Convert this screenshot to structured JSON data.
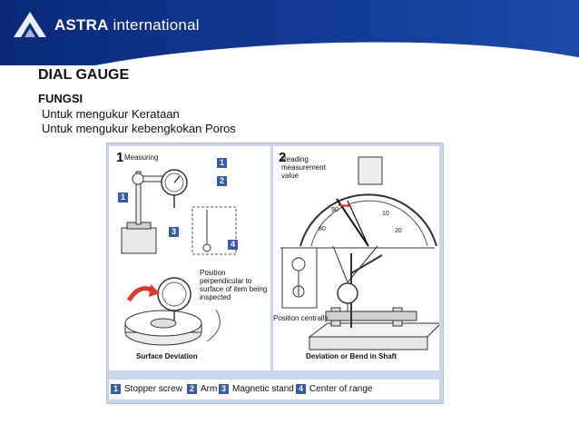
{
  "header": {
    "brand_bold": "ASTRA",
    "brand_rest": "international"
  },
  "slide": {
    "title": "DIAL GAUGE",
    "subtitle": "FUNGSI",
    "lines": [
      "Untuk mengukur Kerataan",
      "Untuk mengukur kebengkokan Poros"
    ]
  },
  "figure": {
    "panel1": {
      "number": "1",
      "measuring": "Measuring",
      "badges": [
        "1",
        "2",
        "1",
        "3",
        "4"
      ],
      "position_note": "Position perpendicular to surface of item being inspected",
      "caption": "Surface Deviation"
    },
    "panel2": {
      "number": "2",
      "reading": "Reading measurement value",
      "dial_numbers": [
        "90",
        "10",
        "80",
        "20"
      ],
      "position_centrally": "Position centrally",
      "caption": "Deviation or Bend in Shaft"
    },
    "legend": [
      {
        "num": "1",
        "label": "Stopper screw"
      },
      {
        "num": "2",
        "label": "Arm"
      },
      {
        "num": "3",
        "label": "Magnetic stand"
      },
      {
        "num": "4",
        "label": "Center of range"
      }
    ]
  }
}
